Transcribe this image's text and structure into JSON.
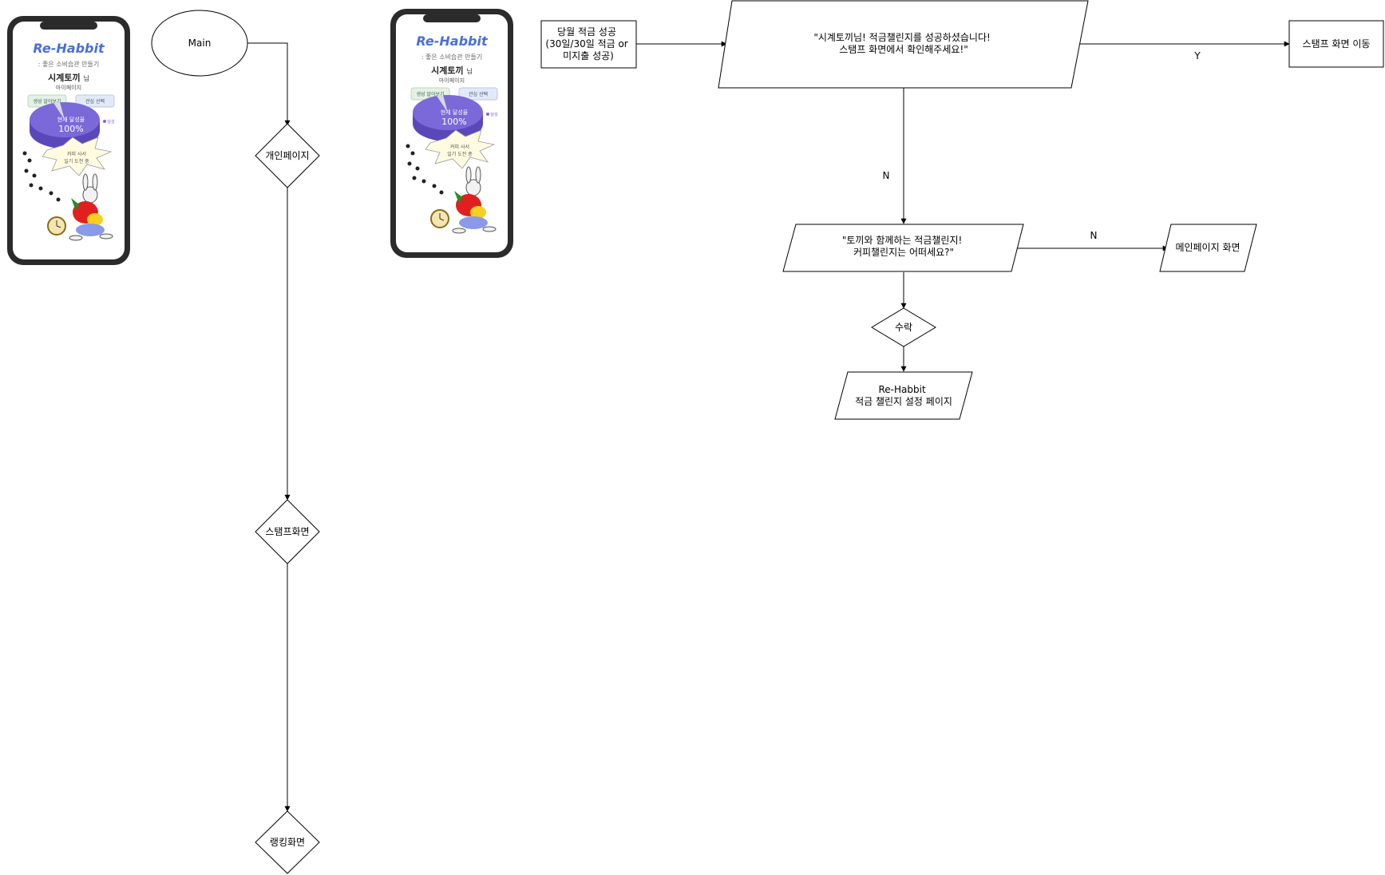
{
  "colors": {
    "stroke": "#000000",
    "background": "#ffffff",
    "phone_frame": "#2b2b2b",
    "pie": "#7b68d9",
    "pie_dark": "#5a48b8",
    "speech_bubble": "#fffbe0"
  },
  "nodes": {
    "main": {
      "text": "Main",
      "shape": "ellipse"
    },
    "personal_page": {
      "text": "개인페이지",
      "shape": "diamond"
    },
    "stamp_screen": {
      "text": "스탬프화면",
      "shape": "diamond"
    },
    "ranking_screen": {
      "text": "랭킹화면",
      "shape": "diamond"
    },
    "daily_success": {
      "lines": [
        "당월 적금 성공",
        "(30일/30일 적금 or",
        "미지출 성공)"
      ],
      "shape": "rectangle"
    },
    "success_message": {
      "lines": [
        "\"시계토끼님!  적금챌린지를 성공하셨습니다!",
        "스탬프 화면에서 확인해주세요!\""
      ],
      "shape": "parallelogram"
    },
    "move_stamp": {
      "text": "스탬프 화면 이동",
      "shape": "rectangle"
    },
    "coffee_offer": {
      "lines": [
        "\"토끼와 함께하는 적금챌린지!",
        "커피챌린지는 어떠세요?\""
      ],
      "shape": "parallelogram"
    },
    "main_page": {
      "text": "메인페이지 화면",
      "shape": "parallelogram"
    },
    "accept": {
      "text": "수락",
      "shape": "diamond"
    },
    "setup_page": {
      "lines": [
        "Re-Habbit",
        "적금 챌린지 설정 페이지"
      ],
      "shape": "parallelogram"
    }
  },
  "edge_labels": {
    "yes": "Y",
    "no_down": "N",
    "no_right": "N"
  },
  "phone": {
    "logo": "Re-Habbit",
    "tagline": ": 좋은 소비습관 만들기",
    "user_name": "시계토끼",
    "user_suffix": "님",
    "page_label": "마이페이지",
    "button_left": "생성 알아보기",
    "button_right": "관심 선택",
    "pie_caption": "현재 달성율",
    "pie_percent": "100%",
    "legend": "달성",
    "bubble_lines": [
      "커피 사서",
      "일기 도전 중"
    ]
  }
}
